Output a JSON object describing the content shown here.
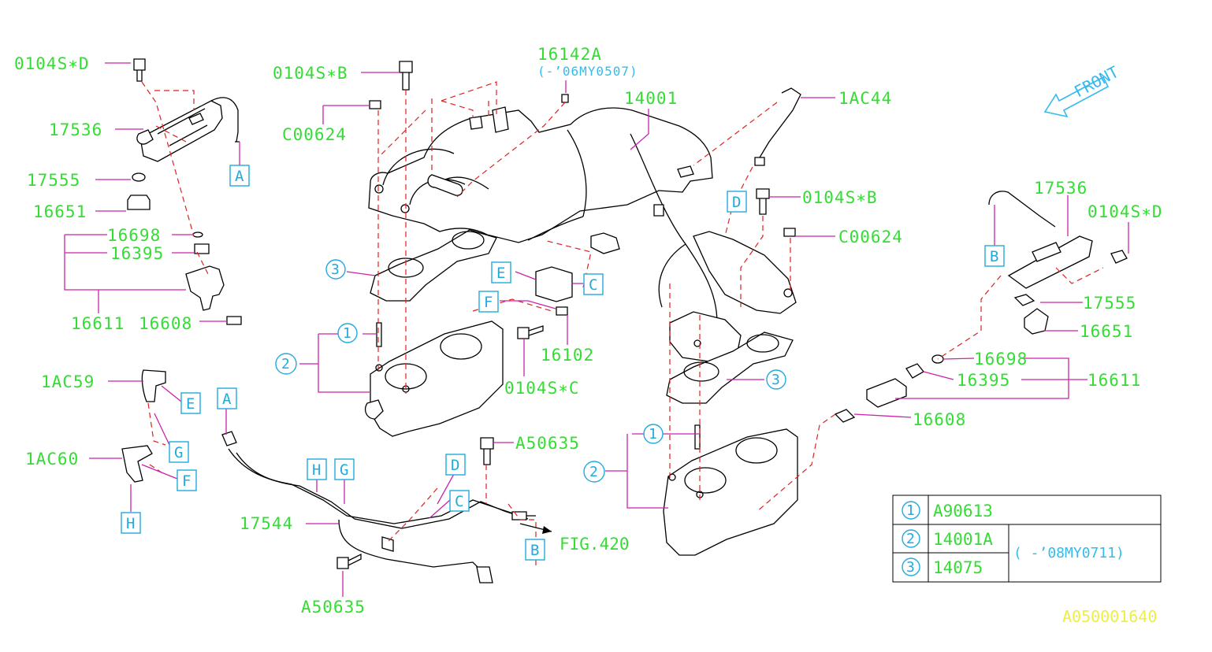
{
  "diagram": {
    "parts": {
      "p_0104SD_l": "0104S∗D",
      "p_0104SB_top": "0104S∗B",
      "p_16142A": "16142A",
      "p_16142A_note": "(-’06MY0507)",
      "p_14001": "14001",
      "p_1AC44": "1AC44",
      "p_C00624_l": "C00624",
      "p_17536_l": "17536",
      "p_17555_l": "17555",
      "p_16651_l": "16651",
      "p_16698_l": "16698",
      "p_16395_l": "16395",
      "p_16611_l": "16611",
      "p_16608_l": "16608",
      "p_16102": "16102",
      "p_0104SC": "0104S∗C",
      "p_1AC59": "1AC59",
      "p_1AC60": "1AC60",
      "p_A50635_t": "A50635",
      "p_17544": "17544",
      "p_fig420": "FIG.420",
      "p_A50635_b": "A50635",
      "p_0104SB_r": "0104S∗B",
      "p_C00624_r": "C00624",
      "p_17536_r": "17536",
      "p_0104SD_r": "0104S∗D",
      "p_17555_r": "17555",
      "p_16651_r": "16651",
      "p_16698_r": "16698",
      "p_16395_r": "16395",
      "p_16611_r": "16611",
      "p_16608_r": "16608"
    },
    "refs": {
      "A1": "A",
      "A2": "A",
      "B1": "B",
      "B2": "B",
      "C1": "C",
      "C2": "C",
      "D1": "D",
      "D2": "D",
      "E1": "E",
      "E2": "E",
      "F1": "F",
      "F2": "F",
      "G1": "G",
      "G2": "G",
      "H1": "H",
      "H2": "H"
    },
    "circled": {
      "c1a": "1",
      "c1b": "1",
      "c2a": "2",
      "c2b": "2",
      "c3a": "3",
      "c3b": "3"
    },
    "front_label": "FRONT",
    "legend": {
      "rows": [
        {
          "num": "1",
          "part": "A90613"
        },
        {
          "num": "2",
          "part": "14001A"
        },
        {
          "num": "3",
          "part": "14075"
        }
      ],
      "note": "( -’08MY0711)"
    },
    "diagram_code": "A050001640"
  }
}
